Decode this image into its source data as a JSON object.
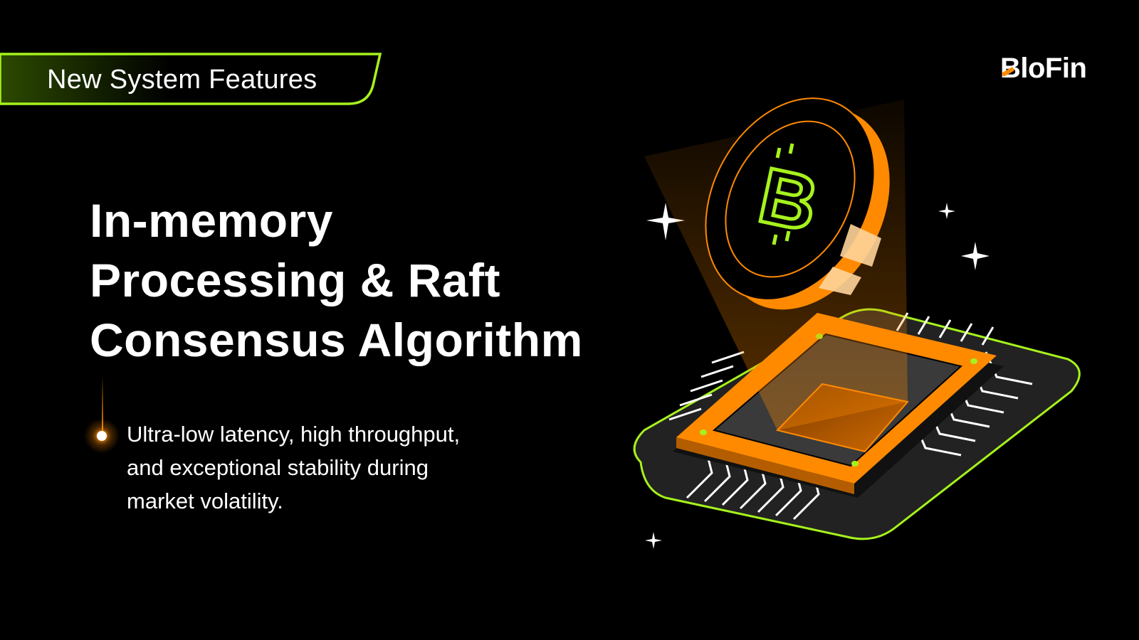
{
  "banner": {
    "label": "New System Features",
    "accent_color": "#a6f21d"
  },
  "logo": {
    "text": "BloFin",
    "accent_color": "#ff8a00"
  },
  "headline": {
    "lines": [
      "In-memory",
      "Processing & Raft",
      "Consensus Algorithm"
    ]
  },
  "bullet": {
    "lines": [
      "Ultra-low latency, high throughput,",
      "and exceptional stability during",
      "market volatility."
    ]
  },
  "illustration": {
    "coin_symbol": "bitcoin-icon",
    "coin_color": "#ff8a00",
    "symbol_color": "#a6f21d",
    "chip_color": "#ff8a00",
    "board_outline_color": "#a6f21d"
  }
}
